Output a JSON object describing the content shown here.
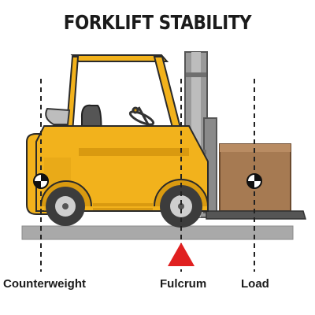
{
  "title": "FORKLIFT STABILITY",
  "labels": {
    "counterweight": "Counterweight",
    "fulcrum": "Fulcrum",
    "load": "Load"
  },
  "colors": {
    "body": "#f2b21c",
    "body_shadow": "#d99a10",
    "outline": "#2a2a2a",
    "mast": "#9a9a9a",
    "mast_dark": "#6f6f6f",
    "load_box": "#a67a52",
    "ground": "#a9a9a9",
    "fulcrum": "#e02020",
    "tire": "#3c3c3c"
  },
  "icons": [
    "center-of-gravity-marker-icon",
    "fulcrum-triangle-icon"
  ]
}
